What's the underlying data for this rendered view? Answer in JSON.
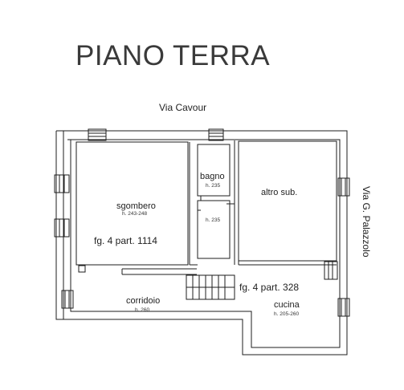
{
  "title": "PIANO TERRA",
  "streets": {
    "top": "Via Cavour",
    "right": "Via G. Palazzolo"
  },
  "rooms": {
    "sgombero": {
      "name": "sgombero",
      "height": "h. 243-248"
    },
    "bagno": {
      "name": "bagno",
      "height": "h. 235"
    },
    "passage": {
      "height": "h. 235"
    },
    "altro": {
      "name": "altro sub."
    },
    "corridoio": {
      "name": "corridoio",
      "height": "h. 260"
    },
    "cucina": {
      "name": "cucina",
      "height": "h. 205-260"
    }
  },
  "parcels": {
    "left": "fg. 4 part. 1114",
    "right": "fg. 4 part. 328"
  }
}
